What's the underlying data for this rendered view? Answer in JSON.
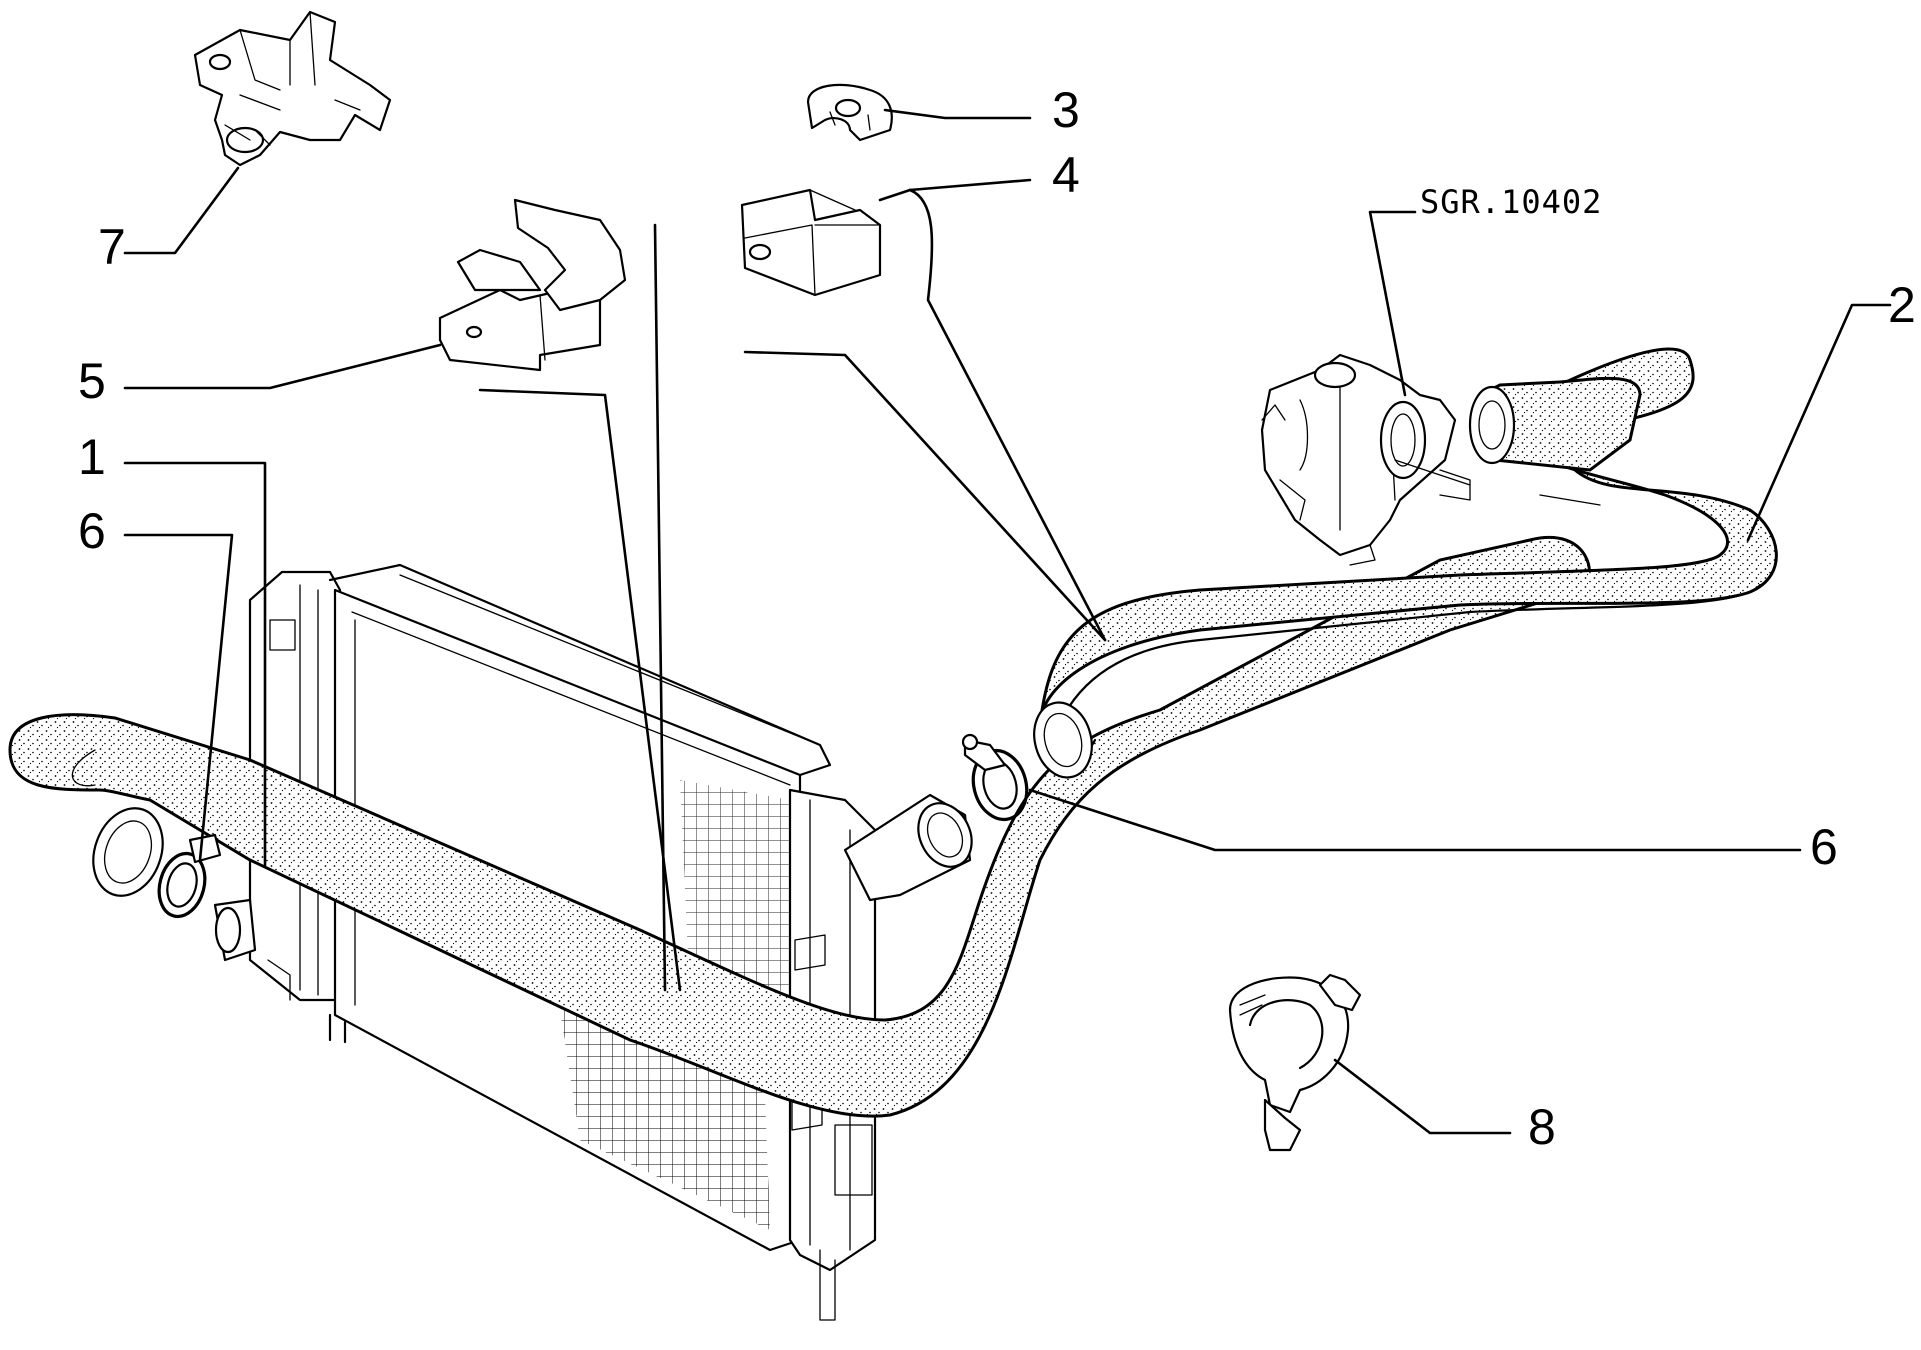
{
  "diagram": {
    "reference_code": "SGR.10402",
    "callouts": [
      {
        "id": "c1",
        "label": "1"
      },
      {
        "id": "c2",
        "label": "2"
      },
      {
        "id": "c3",
        "label": "3"
      },
      {
        "id": "c4",
        "label": "4"
      },
      {
        "id": "c5",
        "label": "5"
      },
      {
        "id": "c6a",
        "label": "6"
      },
      {
        "id": "c6b",
        "label": "6"
      },
      {
        "id": "c7",
        "label": "7"
      },
      {
        "id": "c8",
        "label": "8"
      }
    ],
    "colors": {
      "ink": "#000000",
      "paper": "#ffffff"
    }
  }
}
